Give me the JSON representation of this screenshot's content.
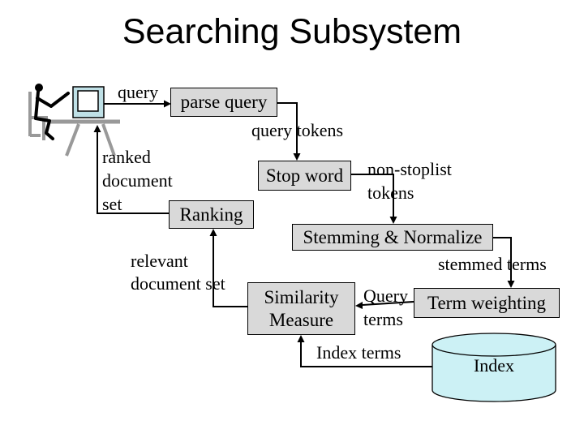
{
  "title": "Searching Subsystem",
  "colors": {
    "box_fill": "#d9d9d9",
    "cylinder_fill": "#ccf1f5",
    "monitor_fill": "#bfe0e6",
    "furniture": "#999999",
    "line": "#000000"
  },
  "nodes": {
    "parse_query": "parse query",
    "stop_word": "Stop word",
    "ranking": "Ranking",
    "stemming": "Stemming & Normalize",
    "similarity": [
      "Similarity",
      "Measure"
    ],
    "term_weighting": "Term weighting",
    "index": "Index"
  },
  "labels": {
    "query": "query",
    "query_tokens": "query tokens",
    "ranked_document_set": [
      "ranked",
      "document",
      "set"
    ],
    "non_stoplist_tokens": [
      "non-stoplist",
      "tokens"
    ],
    "stemmed_terms": "stemmed terms",
    "relevant_document_set": [
      "relevant",
      "document set"
    ],
    "query_terms": [
      "Query",
      "terms"
    ],
    "index_terms": "Index terms"
  }
}
